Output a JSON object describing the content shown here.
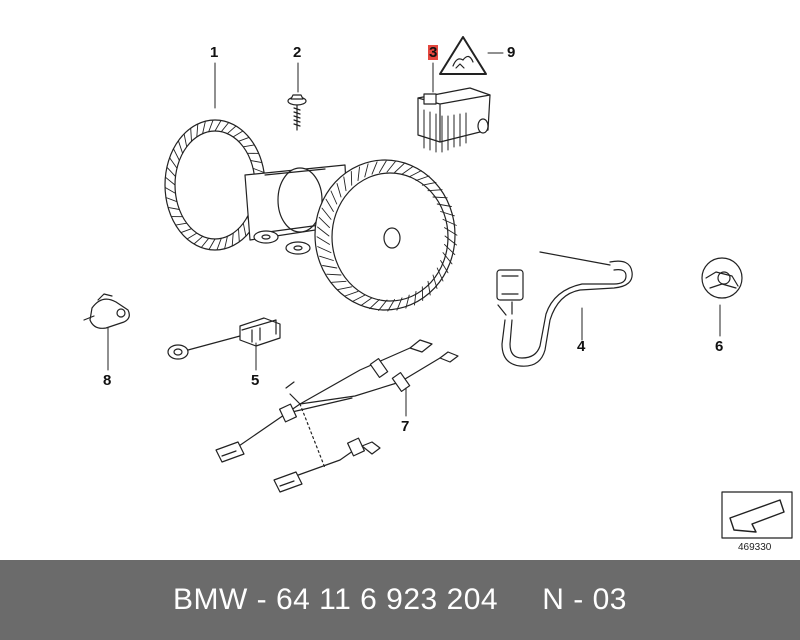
{
  "diagram": {
    "callouts": [
      {
        "id": "1",
        "label": "1"
      },
      {
        "id": "2",
        "label": "2"
      },
      {
        "id": "3",
        "label": "3",
        "highlighted": true,
        "highlight_color": "#e5473f"
      },
      {
        "id": "9",
        "label": "9"
      },
      {
        "id": "4",
        "label": "4"
      },
      {
        "id": "6",
        "label": "6"
      },
      {
        "id": "8",
        "label": "8"
      },
      {
        "id": "5",
        "label": "5"
      },
      {
        "id": "7",
        "label": "7"
      }
    ],
    "reference_number": "469330"
  },
  "footer": {
    "text": "BMW - 64 11 6 923 204     N - 03",
    "background": "#6b6b6b"
  }
}
